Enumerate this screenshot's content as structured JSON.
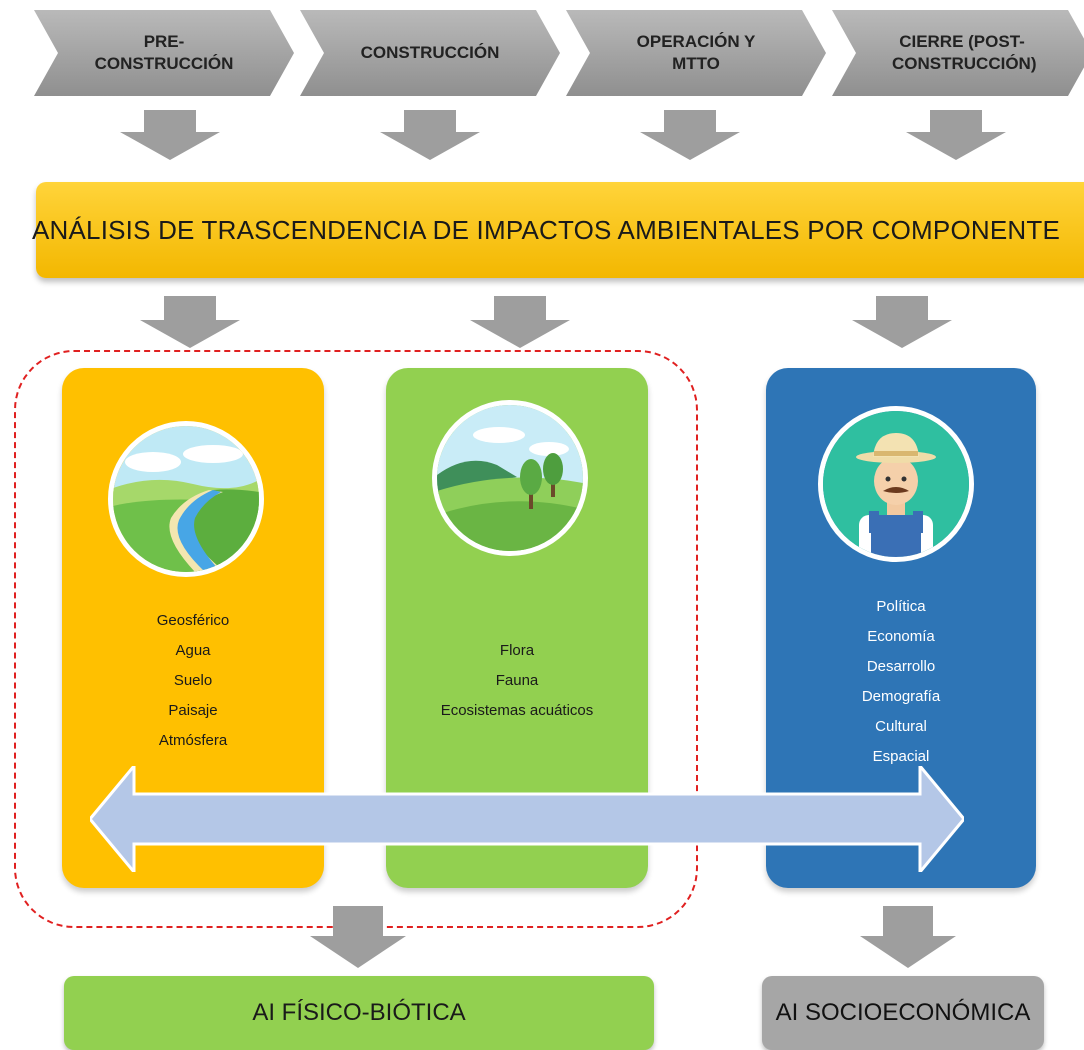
{
  "phases": [
    {
      "line1": "PRE-",
      "line2": "CONSTRUCCIÓN"
    },
    {
      "line1": "CONSTRUCCIÓN",
      "line2": ""
    },
    {
      "line1": "OPERACIÓN Y",
      "line2": "MTTO"
    },
    {
      "line1": "CIERRE (POST-",
      "line2": "CONSTRUCCIÓN)"
    }
  ],
  "banner": {
    "text": "ANÁLISIS DE TRASCENDENCIA DE IMPACTOS AMBIENTALES POR COMPONENTE"
  },
  "cards": {
    "fisico": {
      "items": [
        "Geosférico",
        "Agua",
        "Suelo",
        "Paisaje",
        "Atmósfera"
      ],
      "icon": "river-landscape-icon",
      "color": "#ffc000"
    },
    "biotico": {
      "items": [
        "Flora",
        "Fauna",
        "Ecosistemas acuáticos"
      ],
      "icon": "trees-meadow-icon",
      "color": "#92d050"
    },
    "social": {
      "items": [
        "Política",
        "Economía",
        "Desarrollo",
        "Demografía",
        "Cultural",
        "Espacial"
      ],
      "icon": "farmer-person-icon",
      "color": "#2e75b6"
    }
  },
  "results": {
    "fisico_biotica": "AI FÍSICO-BIÓTICA",
    "socioeconomica": "AI SOCIOECONÓMICA"
  },
  "colors": {
    "arrow": "#9e9e9e",
    "dashed_border": "#e02020",
    "double_arrow": "#b4c7e7"
  }
}
